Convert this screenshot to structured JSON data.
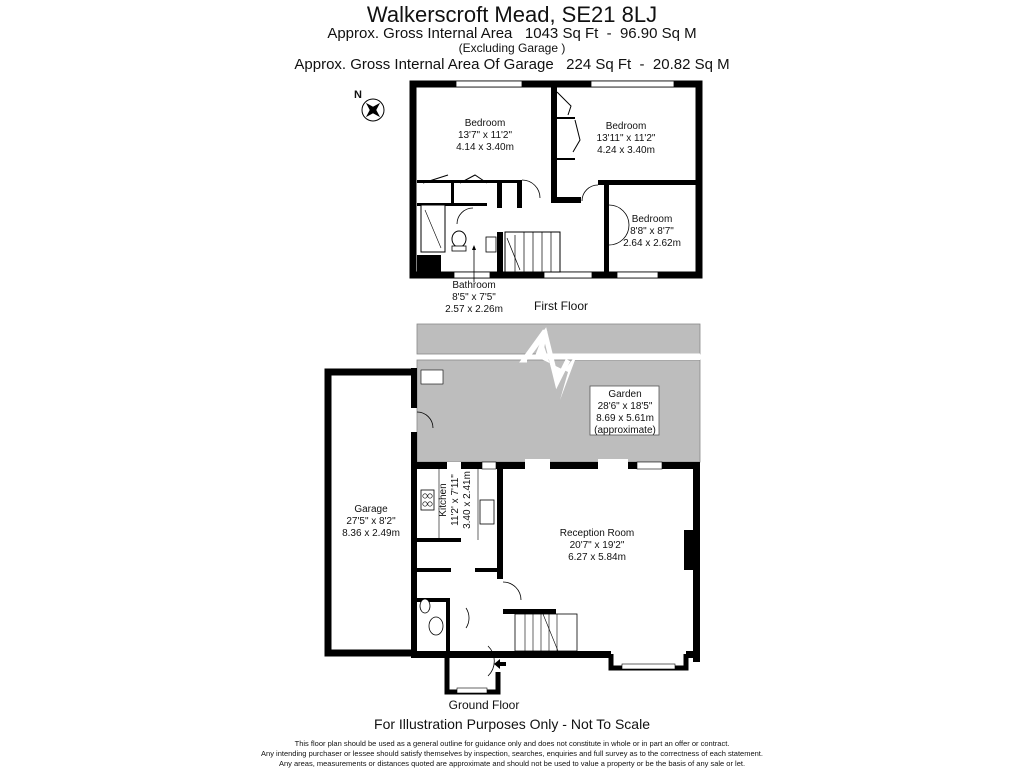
{
  "header": {
    "title": "Walkerscroft Mead, SE21 8LJ",
    "gross_area": "Approx. Gross Internal Area   1043 Sq Ft  -  96.90 Sq M",
    "excluding": "(Excluding Garage )",
    "garage_area": "Approx. Gross Internal Area Of Garage   224 Sq Ft  -  20.82 Sq M"
  },
  "compass": {
    "label": "N"
  },
  "first_floor": {
    "label": "First Floor",
    "rooms": [
      {
        "name": "Bedroom",
        "imperial": "13'7\" x 11'2\"",
        "metric": "4.14 x 3.40m"
      },
      {
        "name": "Bedroom",
        "imperial": "13'11\" x 11'2\"",
        "metric": "4.24 x 3.40m"
      },
      {
        "name": "Bedroom",
        "imperial": "8'8\" x 8'7\"",
        "metric": "2.64 x 2.62m"
      },
      {
        "name": "Bathroom",
        "imperial": "8'5\" x 7'5\"",
        "metric": "2.57 x 2.26m"
      }
    ]
  },
  "ground_floor": {
    "label": "Ground Floor",
    "rooms": [
      {
        "name": "Garden",
        "imperial": "28'6\" x 18'5\"",
        "metric": "8.69 x 5.61m",
        "note": "(approximate)"
      },
      {
        "name": "Garage",
        "imperial": "27'5\" x 8'2\"",
        "metric": "8.36 x 2.49m"
      },
      {
        "name": "Kitchen",
        "imperial": "11'2' x 7'11\"",
        "metric": "3.40 x 2.41m"
      },
      {
        "name": "Reception Room",
        "imperial": "20'7\" x 19'2\"",
        "metric": "6.27 x 5.84m"
      }
    ]
  },
  "footer": {
    "illustration": "For Illustration Purposes Only - Not To Scale",
    "disclaimer": [
      "This floor plan should be used as a general outline for guidance only and does not constitute in whole or in part an offer or contract.",
      "Any intending purchaser or lessee should satisfy themselves by inspection, searches, enquiries and full survey as to the correctness of each statement.",
      "Any areas, measurements or distances quoted are approximate and should not be used to value a property or be the basis of any sale or let."
    ]
  },
  "colors": {
    "wall": "#000000",
    "garden": "#bdbdbd",
    "background": "#ffffff"
  }
}
